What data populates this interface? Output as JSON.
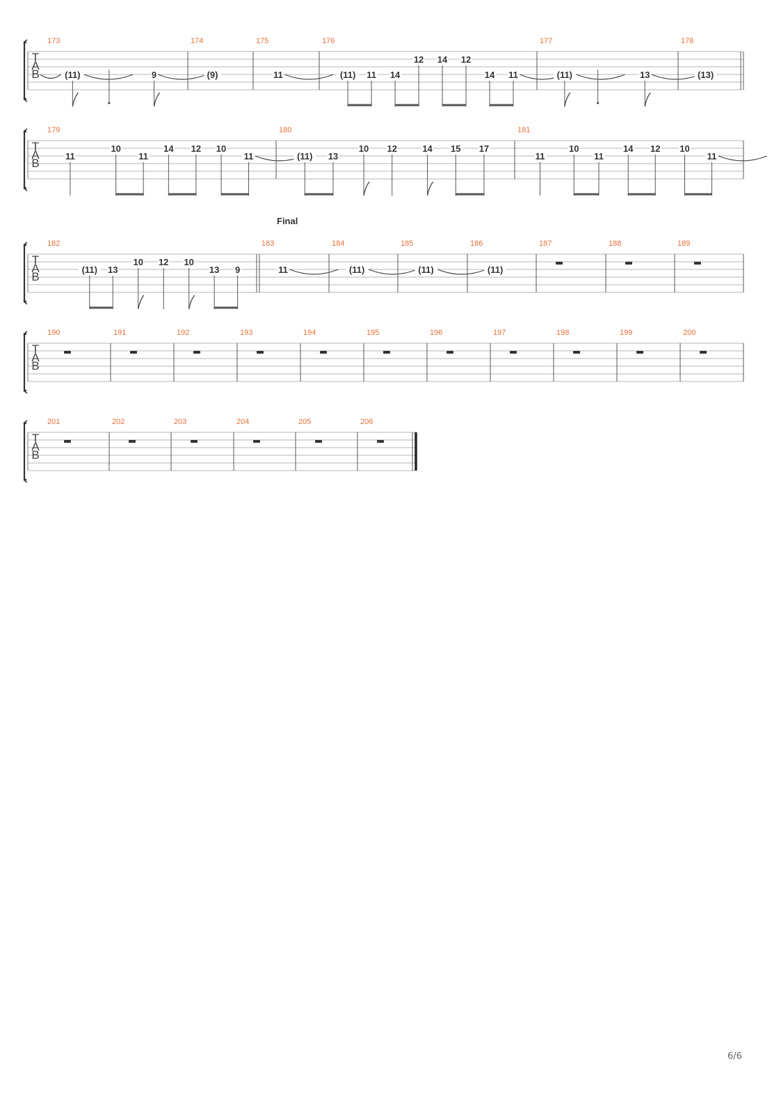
{
  "page_number": "6/6",
  "section_label": "Final",
  "systems": [
    {
      "measures": [
        {
          "number": "173",
          "notes": [
            {
              "fret": "(11)",
              "string": 3,
              "pos": 0.18,
              "stem": "flag",
              "tie_in": true,
              "tie_out": true
            },
            {
              "string": 0,
              "pos": 0.44,
              "stem": "grace"
            },
            {
              "fret": "9",
              "string": 3,
              "pos": 0.76,
              "stem": "flag",
              "tie_out": true
            }
          ]
        },
        {
          "number": "174",
          "notes": [
            {
              "fret": "(9)",
              "string": 3,
              "pos": 0.35,
              "stem": "none"
            }
          ]
        },
        {
          "number": "175",
          "notes": [
            {
              "fret": "11",
              "string": 3,
              "pos": 0.35,
              "stem": "none",
              "tie_out": true
            }
          ]
        },
        {
          "number": "176",
          "notes": [
            {
              "fret": "(11)",
              "string": 3,
              "pos": 0.12,
              "stem": "beam",
              "beam": 1
            },
            {
              "fret": "11",
              "string": 3,
              "pos": 0.23,
              "stem": "beam",
              "beam": 1
            },
            {
              "fret": "14",
              "string": 3,
              "pos": 0.34,
              "stem": "beam",
              "beam": 2
            },
            {
              "fret": "12",
              "string": 1,
              "pos": 0.45,
              "stem": "beam",
              "beam": 2
            },
            {
              "fret": "14",
              "string": 1,
              "pos": 0.56,
              "stem": "beam",
              "beam": 3
            },
            {
              "fret": "12",
              "string": 1,
              "pos": 0.67,
              "stem": "beam",
              "beam": 3
            },
            {
              "fret": "14",
              "string": 3,
              "pos": 0.78,
              "stem": "beam",
              "beam": 4
            },
            {
              "fret": "11",
              "string": 3,
              "pos": 0.89,
              "stem": "beam",
              "beam": 4,
              "tie_out": true
            }
          ]
        },
        {
          "number": "177",
          "notes": [
            {
              "fret": "(11)",
              "string": 3,
              "pos": 0.18,
              "stem": "flag",
              "tie_out": true
            },
            {
              "string": 0,
              "pos": 0.42,
              "stem": "grace"
            },
            {
              "fret": "13",
              "string": 3,
              "pos": 0.76,
              "stem": "flag",
              "tie_out": true
            }
          ]
        },
        {
          "number": "178",
          "notes": [
            {
              "fret": "(13)",
              "string": 3,
              "pos": 0.4,
              "stem": "none"
            }
          ]
        }
      ]
    },
    {
      "measures": [
        {
          "number": "179",
          "notes": [
            {
              "fret": "11",
              "string": 2,
              "pos": 0.1,
              "stem": "quarter"
            },
            {
              "fret": "10",
              "string": 1,
              "pos": 0.3,
              "stem": "beam",
              "beam": 1
            },
            {
              "fret": "11",
              "string": 2,
              "pos": 0.42,
              "stem": "beam",
              "beam": 1
            },
            {
              "fret": "14",
              "string": 1,
              "pos": 0.53,
              "stem": "beam",
              "beam": 2
            },
            {
              "fret": "12",
              "string": 1,
              "pos": 0.65,
              "stem": "beam",
              "beam": 2
            },
            {
              "fret": "10",
              "string": 1,
              "pos": 0.76,
              "stem": "beam",
              "beam": 3
            },
            {
              "fret": "11",
              "string": 2,
              "pos": 0.88,
              "stem": "beam",
              "beam": 3,
              "tie_out": true
            }
          ]
        },
        {
          "number": "180",
          "notes": [
            {
              "fret": "(11)",
              "string": 2,
              "pos": 0.11,
              "stem": "beam",
              "beam": 1
            },
            {
              "fret": "13",
              "string": 2,
              "pos": 0.23,
              "stem": "beam",
              "beam": 1
            },
            {
              "fret": "10",
              "string": 1,
              "pos": 0.36,
              "stem": "flag"
            },
            {
              "fret": "12",
              "string": 1,
              "pos": 0.48,
              "stem": "quarter"
            },
            {
              "fret": "14",
              "string": 1,
              "pos": 0.63,
              "stem": "flag"
            },
            {
              "fret": "15",
              "string": 1,
              "pos": 0.75,
              "stem": "beam",
              "beam": 2
            },
            {
              "fret": "17",
              "string": 1,
              "pos": 0.87,
              "stem": "beam",
              "beam": 2
            }
          ]
        },
        {
          "number": "181",
          "notes": [
            {
              "fret": "11",
              "string": 2,
              "pos": 0.1,
              "stem": "quarter"
            },
            {
              "fret": "10",
              "string": 1,
              "pos": 0.25,
              "stem": "beam",
              "beam": 1
            },
            {
              "fret": "11",
              "string": 2,
              "pos": 0.36,
              "stem": "beam",
              "beam": 1
            },
            {
              "fret": "14",
              "string": 1,
              "pos": 0.49,
              "stem": "beam",
              "beam": 2
            },
            {
              "fret": "12",
              "string": 1,
              "pos": 0.61,
              "stem": "beam",
              "beam": 2
            },
            {
              "fret": "10",
              "string": 1,
              "pos": 0.74,
              "stem": "beam",
              "beam": 3
            },
            {
              "fret": "11",
              "string": 2,
              "pos": 0.86,
              "stem": "beam",
              "beam": 3,
              "tie_out": true
            }
          ]
        }
      ]
    },
    {
      "measures": [
        {
          "number": "182",
          "section": true,
          "notes": [
            {
              "fret": "(11)",
              "string": 2,
              "pos": 0.2,
              "stem": "beam",
              "beam": 1
            },
            {
              "fret": "13",
              "string": 2,
              "pos": 0.31,
              "stem": "beam",
              "beam": 1
            },
            {
              "fret": "10",
              "string": 1,
              "pos": 0.43,
              "stem": "flag"
            },
            {
              "fret": "12",
              "string": 1,
              "pos": 0.55,
              "stem": "quarter"
            },
            {
              "fret": "10",
              "string": 1,
              "pos": 0.67,
              "stem": "flag"
            },
            {
              "fret": "13",
              "string": 2,
              "pos": 0.79,
              "stem": "beam",
              "beam": 2
            },
            {
              "fret": "9",
              "string": 2,
              "pos": 0.9,
              "stem": "beam",
              "beam": 2
            }
          ]
        },
        {
          "number": "183",
          "notes": [
            {
              "fret": "11",
              "string": 2,
              "pos": 0.32,
              "stem": "none",
              "tie_out": true
            }
          ]
        },
        {
          "number": "184",
          "notes": [
            {
              "fret": "(11)",
              "string": 2,
              "pos": 0.38,
              "stem": "none",
              "tie_out": true
            }
          ]
        },
        {
          "number": "185",
          "notes": [
            {
              "fret": "(11)",
              "string": 2,
              "pos": 0.38,
              "stem": "none",
              "tie_out": true
            }
          ]
        },
        {
          "number": "186",
          "notes": [
            {
              "fret": "(11)",
              "string": 2,
              "pos": 0.38,
              "stem": "none"
            }
          ]
        },
        {
          "number": "187",
          "rest": true
        },
        {
          "number": "188",
          "rest": true
        },
        {
          "number": "189",
          "rest": true
        }
      ]
    },
    {
      "measures": [
        {
          "number": "190",
          "rest": true
        },
        {
          "number": "191",
          "rest": true
        },
        {
          "number": "192",
          "rest": true
        },
        {
          "number": "193",
          "rest": true
        },
        {
          "number": "194",
          "rest": true
        },
        {
          "number": "195",
          "rest": true
        },
        {
          "number": "196",
          "rest": true
        },
        {
          "number": "197",
          "rest": true
        },
        {
          "number": "198",
          "rest": true
        },
        {
          "number": "199",
          "rest": true
        },
        {
          "number": "200",
          "rest": true
        }
      ]
    },
    {
      "measures": [
        {
          "number": "201",
          "rest": true
        },
        {
          "number": "202",
          "rest": true
        },
        {
          "number": "203",
          "rest": true
        },
        {
          "number": "204",
          "rest": true
        },
        {
          "number": "205",
          "rest": true
        },
        {
          "number": "206",
          "rest": true
        }
      ]
    }
  ]
}
